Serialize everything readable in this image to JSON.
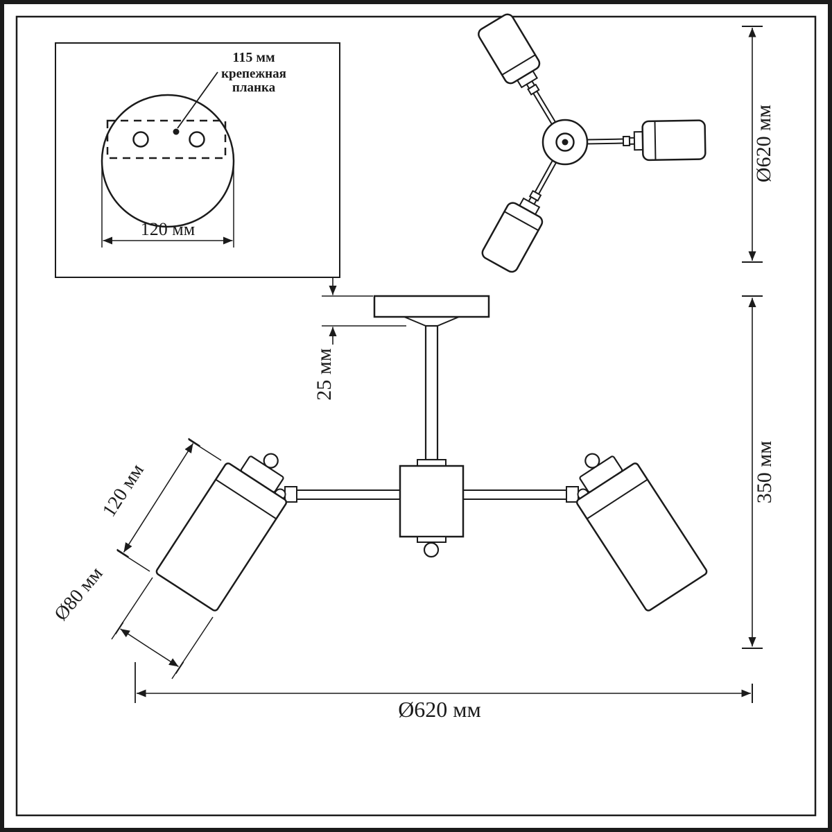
{
  "colors": {
    "ink": "#1b1b1b",
    "paper": "#ffffff"
  },
  "detail_box": {
    "hole_pitch_label": "115 мм",
    "bracket_label_line1": "крепежная",
    "bracket_label_line2": "планка",
    "plate_width_label": "120 мм"
  },
  "top_view": {
    "diameter_label": "Ø620 мм"
  },
  "side_view": {
    "canopy_height_label": "25 мм",
    "total_height_label": "350 мм",
    "shade_length_label": "120 мм",
    "shade_diameter_label": "Ø80 мм",
    "overall_width_label": "Ø620 мм"
  }
}
